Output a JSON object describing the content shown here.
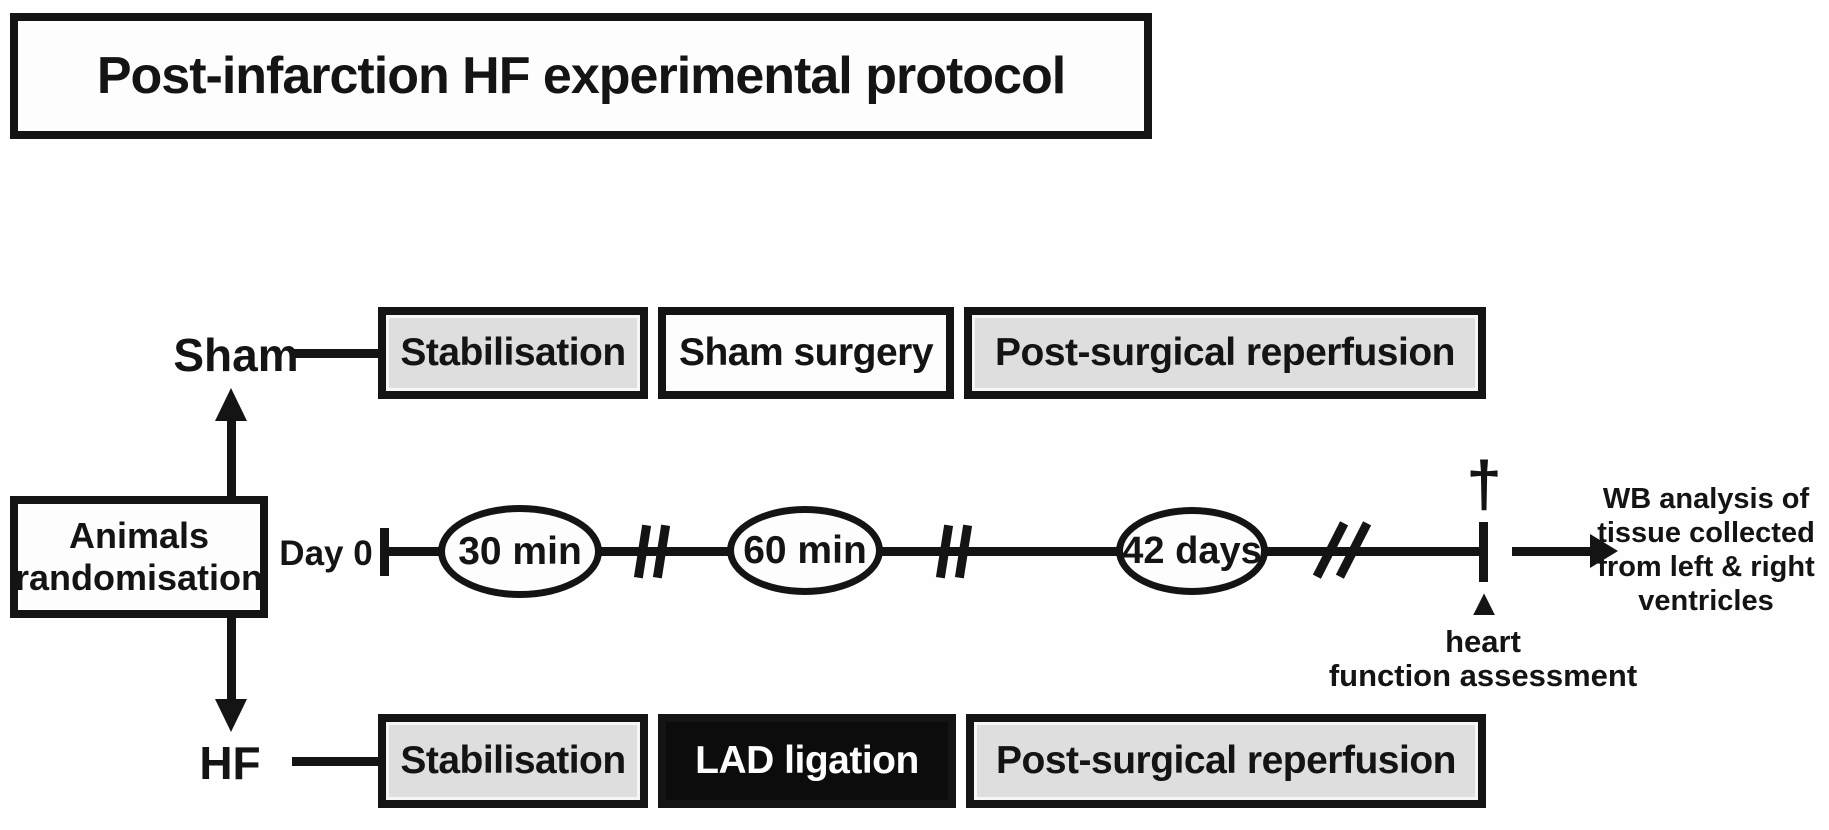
{
  "title": "Post-infarction HF experimental protocol",
  "colors": {
    "stage_gray": "#dedede",
    "stage_black": "#0c0c0c",
    "line_black": "#141414",
    "background": "#fefefe"
  },
  "sham_row": {
    "label": "Sham",
    "boxes": [
      {
        "label": "Stabilisation",
        "style": "gray"
      },
      {
        "label": "Sham surgery",
        "style": "white"
      },
      {
        "label": "Post-surgical reperfusion",
        "style": "gray"
      }
    ]
  },
  "hf_row": {
    "label": "HF",
    "boxes": [
      {
        "label": "Stabilisation",
        "style": "gray"
      },
      {
        "label": "LAD ligation",
        "style": "black"
      },
      {
        "label": "Post-surgical reperfusion",
        "style": "gray"
      }
    ]
  },
  "randomisation_box": {
    "line1": "Animals",
    "line2": "randomisation"
  },
  "timeline": {
    "start_label": "Day 0",
    "durations": [
      "30 min",
      "60 min",
      "42 days"
    ]
  },
  "symbols": {
    "death_dagger": "†",
    "assessment_marker": "▲"
  },
  "annotations": {
    "heart_line1": "heart",
    "heart_line2": "function assessment",
    "wb_lines": [
      "WB analysis of",
      "tissue collected",
      "from left & right",
      "ventricles"
    ]
  }
}
